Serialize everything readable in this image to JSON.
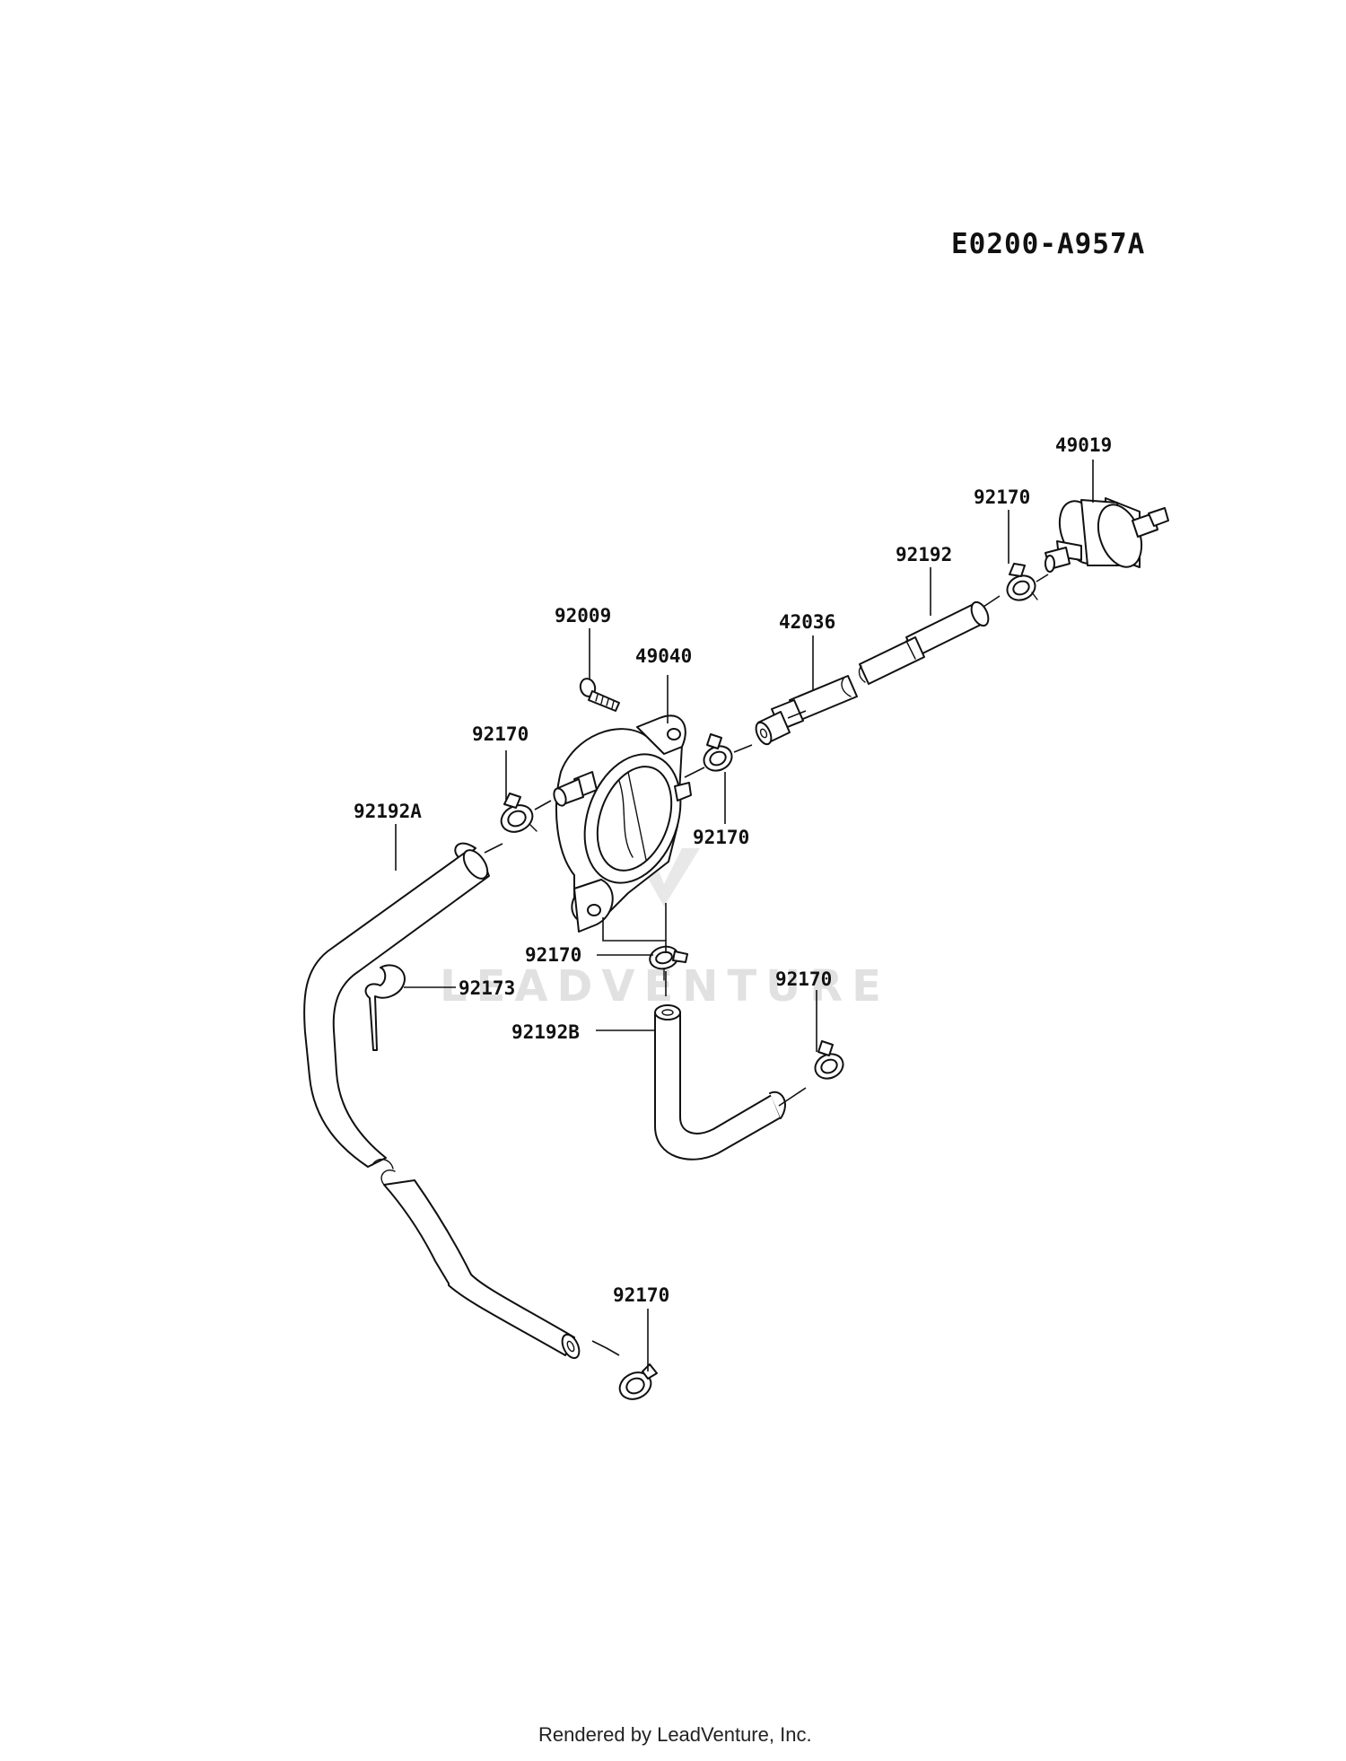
{
  "diagram_code": "E0200-A957A",
  "watermark": "LEADVENTURE",
  "footer": "Rendered by LeadVenture, Inc.",
  "labels": {
    "p49019": "49019",
    "p92170_top": "92170",
    "p92192": "92192",
    "p42036": "42036",
    "p92009": "92009",
    "p49040": "49040",
    "p92170_left": "92170",
    "p92170_mid": "92170",
    "p92192A": "92192A",
    "p92170_center": "92170",
    "p92173": "92173",
    "p92170_right": "92170",
    "p92192B": "92192B",
    "p92170_bottom": "92170"
  }
}
